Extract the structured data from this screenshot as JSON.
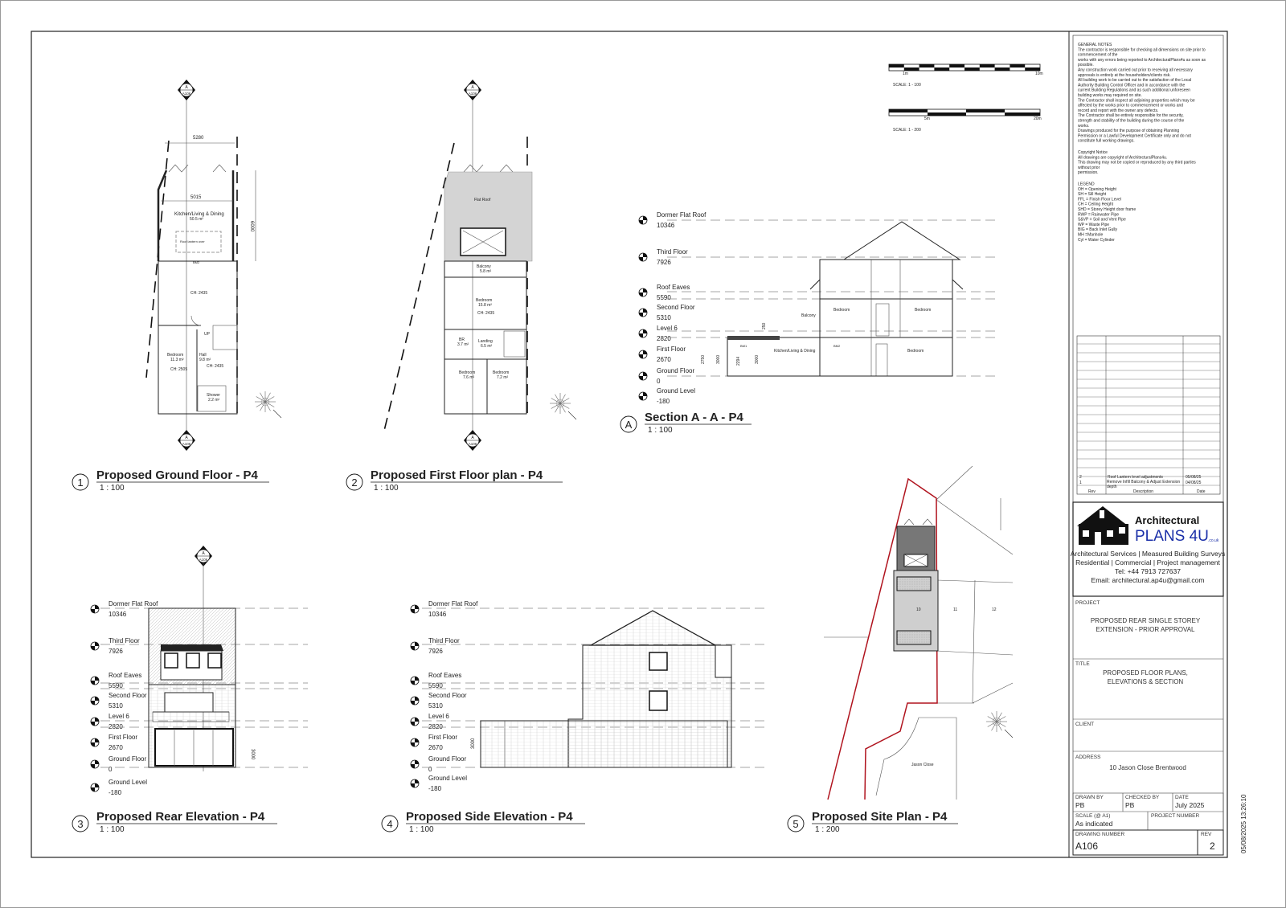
{
  "sheet": {
    "timestamp": "05/08/2025 13:26:10",
    "scale_bars": [
      {
        "start_label": "1m",
        "end_label": "10m",
        "caption": "SCALE: 1 - 100"
      },
      {
        "start_label": "5m",
        "end_label": "20m",
        "caption": "SCALE: 1 - 200"
      }
    ]
  },
  "views": [
    {
      "number": "1",
      "title": "Proposed Ground Floor - P4",
      "scale": "1 : 100"
    },
    {
      "number": "2",
      "title": "Proposed First Floor plan - P4",
      "scale": "1 : 100"
    },
    {
      "number": "A",
      "title": "Section A - A - P4",
      "scale": "1 : 100"
    },
    {
      "number": "3",
      "title": "Proposed Rear Elevation - P4",
      "scale": "1 : 100"
    },
    {
      "number": "4",
      "title": "Proposed Side Elevation - P4",
      "scale": "1 : 100"
    },
    {
      "number": "5",
      "title": "Proposed Site Plan - P4",
      "scale": "1 : 200"
    }
  ],
  "section_marker": {
    "letter": "A",
    "sheet": "A106"
  },
  "ground_floor": {
    "dim_width_outer": "5280",
    "dim_width_inner": "5015",
    "dim_depth": "6000",
    "rooms": [
      {
        "name": "Kitchen/Living & Dining",
        "area": "50.5 m²"
      },
      {
        "name": "Bedroom",
        "area": "11.3 m²",
        "ch": "CH: 2505"
      },
      {
        "name": "Hall",
        "area": "9.8 m²",
        "ch": "CH: 2435"
      },
      {
        "name": "Shower",
        "area": "2.2 m²"
      }
    ],
    "lantern_note": "Roof lantern over",
    "beam": "BM2",
    "ch_main": "CH: 2435",
    "stair_up": "UP"
  },
  "first_floor": {
    "rooms": [
      {
        "name": "Flat Roof",
        "area": ""
      },
      {
        "name": "Balcony",
        "area": "5.8 m²"
      },
      {
        "name": "Bedroom",
        "area": "15.8 m²",
        "ch": "CH: 2435"
      },
      {
        "name": "BR",
        "area": "3.7 m²"
      },
      {
        "name": "Landing",
        "area": "6.5 m²"
      },
      {
        "name": "Bedroom",
        "area": "7.6 m²"
      },
      {
        "name": "Bedroom",
        "area": "7.2 m²"
      }
    ]
  },
  "levels": [
    {
      "name": "Dormer Flat Roof",
      "value": "10346"
    },
    {
      "name": "Third Floor",
      "value": "7926"
    },
    {
      "name": "Roof Eaves",
      "value": "5590"
    },
    {
      "name": "Second Floor",
      "value": "5310"
    },
    {
      "name": "Level 6",
      "value": "2820"
    },
    {
      "name": "First Floor",
      "value": "2670"
    },
    {
      "name": "Ground Floor",
      "value": "0"
    },
    {
      "name": "Ground Level",
      "value": "-180"
    }
  ],
  "section": {
    "rooms": [
      "Bedroom",
      "Bedroom",
      "Balcony",
      "Kitchen/Living & Dining",
      "Bedroom"
    ],
    "beams": [
      "BM1",
      "BM2"
    ],
    "dims": [
      "250",
      "3000",
      "2750",
      "2294",
      "3000"
    ]
  },
  "elevation_dims": {
    "rear": "3000",
    "side": "3000"
  },
  "site_plan": {
    "plots": [
      "10",
      "11",
      "12"
    ],
    "road": "Jason Close",
    "boundary_color": "#b0131e"
  },
  "title_block": {
    "general_notes_heading": "GENERAL NOTES",
    "general_notes": [
      "The contractor is responsible for checking all dimensions on site prior to",
      "commencement of the",
      "works with any errors being reported to ArchitecturalPlans4u as soon as",
      "possible.",
      "Any construction work carried out prior to receiving all necessary",
      "approvals is entirely at the householders/clients risk.",
      "All building work to be carried out to the satisfaction of the Local",
      "Authority Building Control Officer and in accordance with the",
      "current Building Regulations and as such additional unforeseen",
      "building works may required on site.",
      "The Contractor shall inspect all adjoining properties which may be",
      "affected by the works prior to commencement or works and",
      "record and report with the owner any defects.",
      "The Contractor shall be entirely responsible for the security,",
      "strength and stability of the building during the course of the",
      "works.",
      "Drawings produced for the purpose of obtaining Planning",
      "Permission or a Lawful Development Certificate only and do not",
      "constitute full working drawings."
    ],
    "copyright_heading": "Copyright Notice",
    "copyright": [
      "All drawings are copyright of ArchitecturalPlans4u.",
      "This drawing may not be copied or reproduced by any third parties",
      "without prior",
      "permission."
    ],
    "legend_heading": "LEGEND",
    "legend": [
      "OH = Opening Height",
      "SH = Sill Height",
      "FFL = Finish Floor Level",
      "CH = Ceiling Height",
      "SHD = Storey Height door frame",
      "RWP = Rainwater Pipe",
      "S&VP = Soil and Vent Pipe",
      "WP = Waste Pipe",
      "BIG = Back Inlet Gully",
      "MH =Manhole",
      "Cyl = Water Cylinder"
    ],
    "revisions_header": {
      "rev": "Rev",
      "description": "Description",
      "date": "Date"
    },
    "revisions": [
      {
        "rev": "2",
        "description": "Roof Lantern level adjustments",
        "date": "05/08/25"
      },
      {
        "rev": "1",
        "description": "Remove Infill Balcony & Adjust Extension depth",
        "date": "04/08/25"
      }
    ],
    "logo": {
      "line1": "Architectural",
      "line2": "PLANS 4U",
      "suffix": ".co.uk",
      "brand_color": "#1a2fa8"
    },
    "company_lines": [
      "Architectural Services | Measured Building Surveys",
      "Residential | Commercial | Project management",
      "Tel: +44 7913 727637",
      "Email: architectural.ap4u@gmail.com"
    ],
    "project_label": "PROJECT",
    "project": [
      "PROPOSED REAR SINGLE STOREY",
      "EXTENSION - PRIOR APPROVAL"
    ],
    "title_label": "TITLE",
    "title": [
      "PROPOSED FLOOR PLANS,",
      "ELEVATIONS & SECTION"
    ],
    "client_label": "CLIENT",
    "client": "",
    "address_label": "ADDRESS",
    "address": "10 Jason Close Brentwood",
    "drawn_by_label": "DRAWN BY",
    "drawn_by": "PB",
    "checked_by_label": "CHECKED BY",
    "checked_by": "PB",
    "date_label": "DATE",
    "date": "July 2025",
    "scale_label": "SCALE (@ A1)",
    "scale": "As indicated",
    "project_number_label": "PROJECT NUMBER",
    "project_number": "",
    "drawing_number_label": "DRAWING NUMBER",
    "drawing_number": "A106",
    "rev_label": "REV",
    "rev": "2"
  }
}
